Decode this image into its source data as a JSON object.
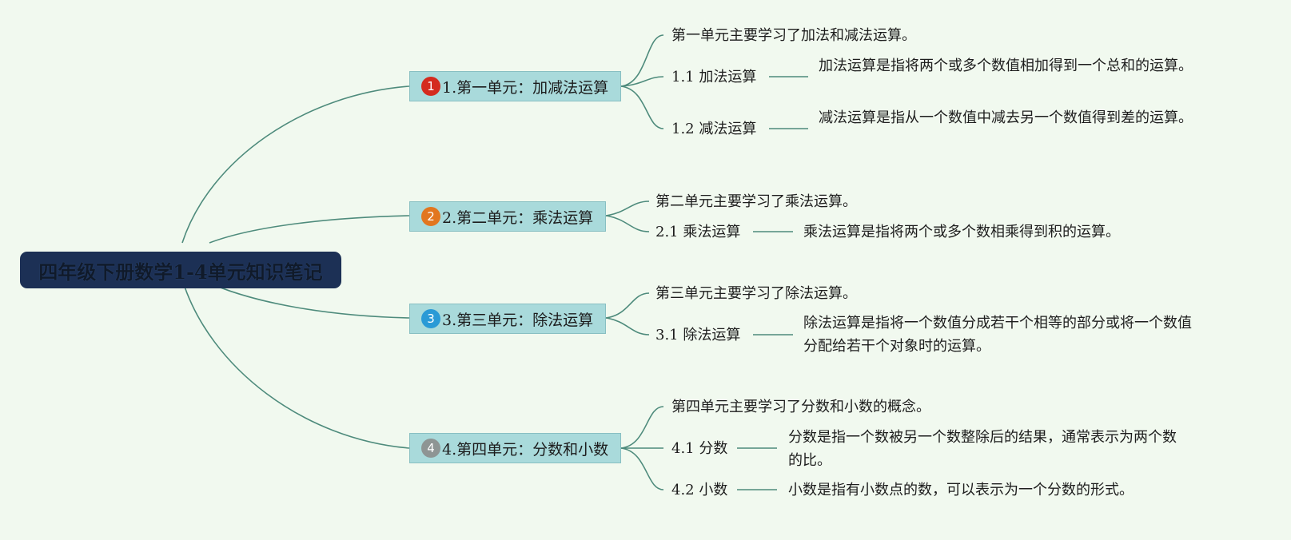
{
  "root": {
    "title": "四年级下册数学1-4单元知识笔记"
  },
  "units": [
    {
      "badge": "1",
      "badge_color": "#d42b1e",
      "title": "1.第一单元：加减法运算",
      "summary": "第一单元主要学习了加法和减法运算。",
      "topics": [
        {
          "label": "1.1 加法运算",
          "desc": "加法运算是指将两个或多个数值相加得到一个总和的运算。"
        },
        {
          "label": "1.2 减法运算",
          "desc": "减法运算是指从一个数值中减去另一个数值得到差的运算。"
        }
      ]
    },
    {
      "badge": "2",
      "badge_color": "#e2761f",
      "title": "2.第二单元：乘法运算",
      "summary": "第二单元主要学习了乘法运算。",
      "topics": [
        {
          "label": "2.1 乘法运算",
          "desc": "乘法运算是指将两个或多个数相乘得到积的运算。"
        }
      ]
    },
    {
      "badge": "3",
      "badge_color": "#2a9ad6",
      "title": "3.第三单元：除法运算",
      "summary": "第三单元主要学习了除法运算。",
      "topics": [
        {
          "label": "3.1 除法运算",
          "desc": "除法运算是指将一个数值分成若干个相等的部分或将一个数值分配给若干个对象时的运算。"
        }
      ]
    },
    {
      "badge": "4",
      "badge_color": "#8e9594",
      "title": "4.第四单元：分数和小数",
      "summary": "第四单元主要学习了分数和小数的概念。",
      "topics": [
        {
          "label": "4.1 分数",
          "desc": "分数是指一个数被另一个数整除后的结果，通常表示为两个数的比。"
        },
        {
          "label": "4.2 小数",
          "desc": "小数是指有小数点的数，可以表示为一个分数的形式。"
        }
      ]
    }
  ],
  "colors": {
    "background": "#f1f9ef",
    "root_fill": "#1c3055",
    "unit_fill": "#a9dadb",
    "connector": "#4e8b7c"
  }
}
